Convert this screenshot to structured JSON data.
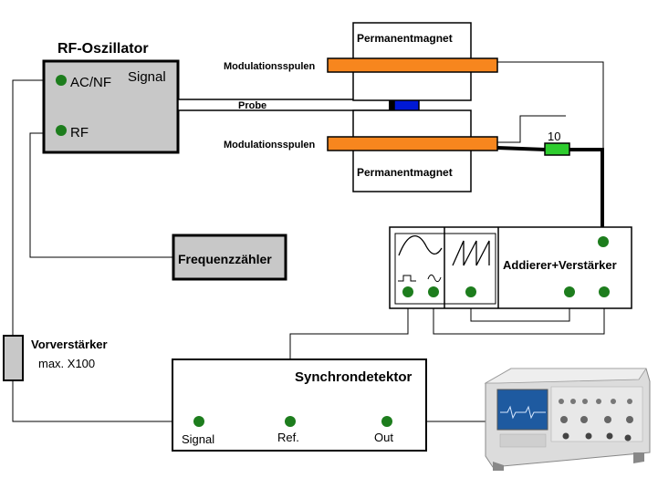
{
  "oscillator": {
    "title": "RF-Oszillator",
    "ac_nf": "AC/NF",
    "signal": "Signal",
    "rf": "RF"
  },
  "magnets": {
    "top": "Permanentmagnet",
    "bottom": "Permanentmagnet"
  },
  "coils": {
    "top": "Modulationsspulen",
    "bottom": "Modulationsspulen"
  },
  "probe": {
    "label": "Probe"
  },
  "resistor": {
    "label": "10"
  },
  "frequency_counter": {
    "label": "Frequenzzähler"
  },
  "adder": {
    "label": "Addierer+Verstärker"
  },
  "preamp": {
    "label": "Vorverstärker",
    "gain": "max.  X100"
  },
  "sync_detector": {
    "title": "Synchrondetektor",
    "signal": "Signal",
    "ref": "Ref.",
    "out": "Out"
  },
  "colors": {
    "box_gray": "#c8c8c8",
    "coil_orange": "#f7861e",
    "probe_blue": "#0019d6",
    "resistor_green": "#2ecc2e",
    "node_green": "#1d7d1d",
    "oscilloscope_body": "#dcdcdc",
    "oscilloscope_screen": "#1e5aa0"
  }
}
